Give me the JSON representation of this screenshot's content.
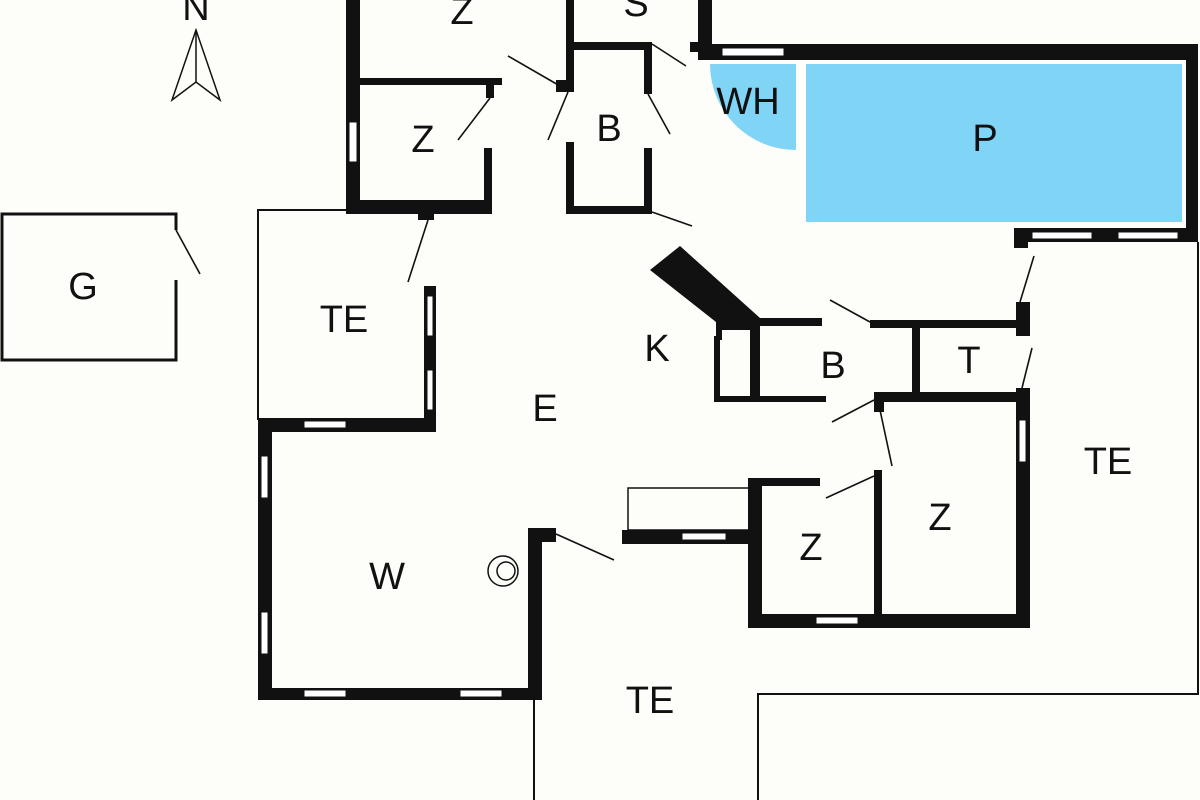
{
  "compass": {
    "label": "N"
  },
  "colors": {
    "pool": "#80d4f5",
    "wall": "#111111",
    "floor": "#fdfdf9"
  },
  "rooms": {
    "z_top": "Z",
    "s_top": "S",
    "z_left": "Z",
    "b_top": "B",
    "wh": "WH",
    "p": "P",
    "g": "G",
    "te_left": "TE",
    "k": "K",
    "b_right": "B",
    "t": "T",
    "e": "E",
    "te_right": "TE",
    "z_right_big": "Z",
    "z_right_small": "Z",
    "w": "W",
    "te_bottom": "TE"
  }
}
